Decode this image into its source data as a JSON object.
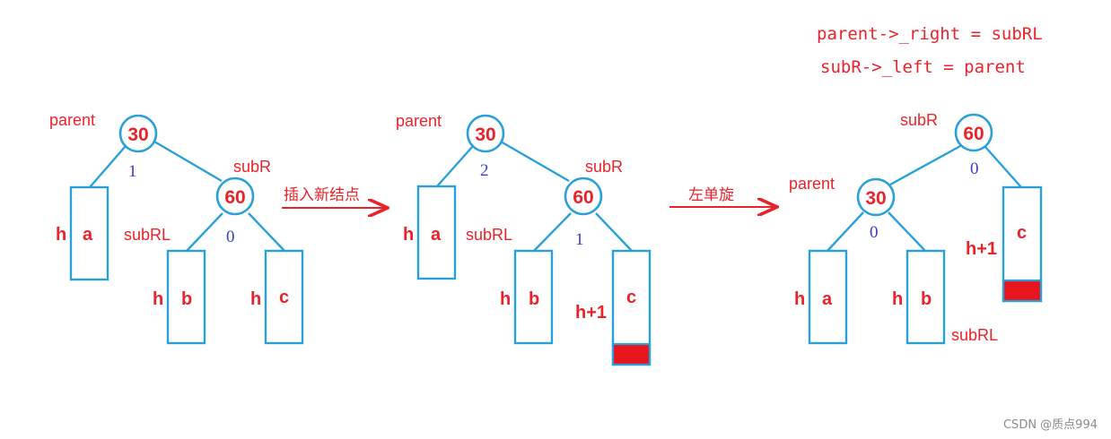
{
  "code_lines": [
    "parent->_right = subRL",
    "subR->_left = parent"
  ],
  "arrows": [
    "插入新结点",
    "左单旋"
  ],
  "stage1": {
    "parent_label": "parent",
    "root": "30",
    "root_bf": "1",
    "subR_label": "subR",
    "child": "60",
    "child_bf": "0",
    "subRL_label": "subRL",
    "a": {
      "height": "h",
      "name": "a"
    },
    "b": {
      "height": "h",
      "name": "b"
    },
    "c": {
      "height": "h",
      "name": "c"
    }
  },
  "stage2": {
    "parent_label": "parent",
    "root": "30",
    "root_bf": "2",
    "subR_label": "subR",
    "child": "60",
    "child_bf": "1",
    "subRL_label": "subRL",
    "a": {
      "height": "h",
      "name": "a"
    },
    "b": {
      "height": "h",
      "name": "b"
    },
    "c": {
      "height": "h+1",
      "name": "c"
    }
  },
  "stage3": {
    "subR_label": "subR",
    "root": "60",
    "root_bf": "0",
    "parent_label": "parent",
    "child": "30",
    "child_bf": "0",
    "subRL_label": "subRL",
    "a": {
      "height": "h",
      "name": "a"
    },
    "b": {
      "height": "h",
      "name": "b"
    },
    "c": {
      "height": "h+1",
      "name": "c"
    }
  },
  "watermark": "CSDN @质点994",
  "colors": {
    "accent": "#e8232a",
    "line": "#2aa0d8",
    "bf": "#3a3ad0",
    "inserted": "#e8141e"
  }
}
